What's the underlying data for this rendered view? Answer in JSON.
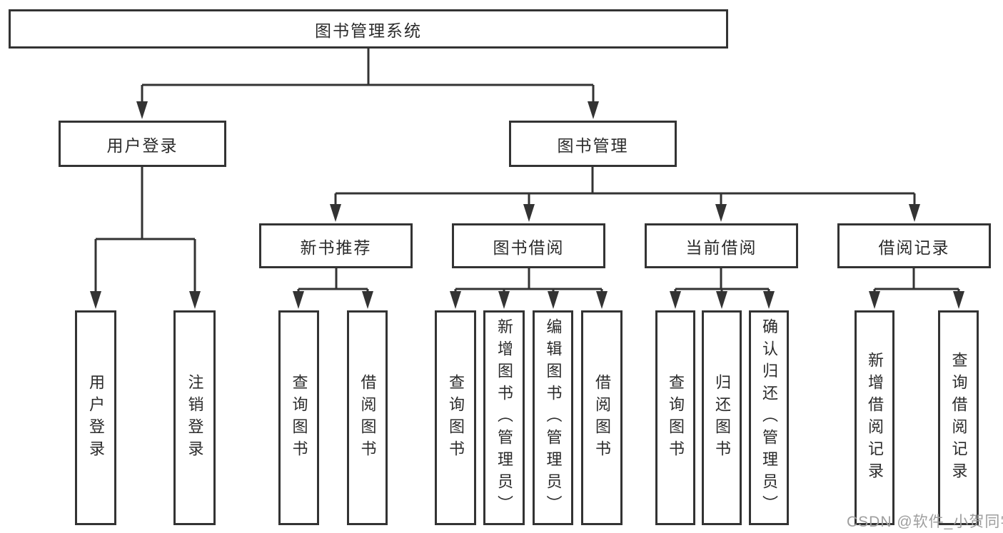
{
  "diagram": {
    "root": {
      "label": "图书管理系统"
    },
    "branches": [
      {
        "label": "用户登录",
        "children": [
          "用户登录",
          "注销登录"
        ]
      },
      {
        "label": "图书管理",
        "groups": [
          {
            "label": "新书推荐",
            "children": [
              "查询图书",
              "借阅图书"
            ]
          },
          {
            "label": "图书借阅",
            "children": [
              "查询图书",
              "新增图书（管理员）",
              "编辑图书（管理员）",
              "借阅图书"
            ]
          },
          {
            "label": "当前借阅",
            "children": [
              "查询图书",
              "归还图书",
              "确认归还（管理员）"
            ]
          },
          {
            "label": "借阅记录",
            "children": [
              "新增借阅记录",
              "查询借阅记录"
            ]
          }
        ]
      }
    ],
    "watermark": "CSDN @软件_小贺同学",
    "colors": {
      "line": "#333333",
      "text": "#2b2b2b",
      "box_background": "#ffffff",
      "watermark": "#9e9e9e",
      "page_background": "#ffffff"
    }
  }
}
